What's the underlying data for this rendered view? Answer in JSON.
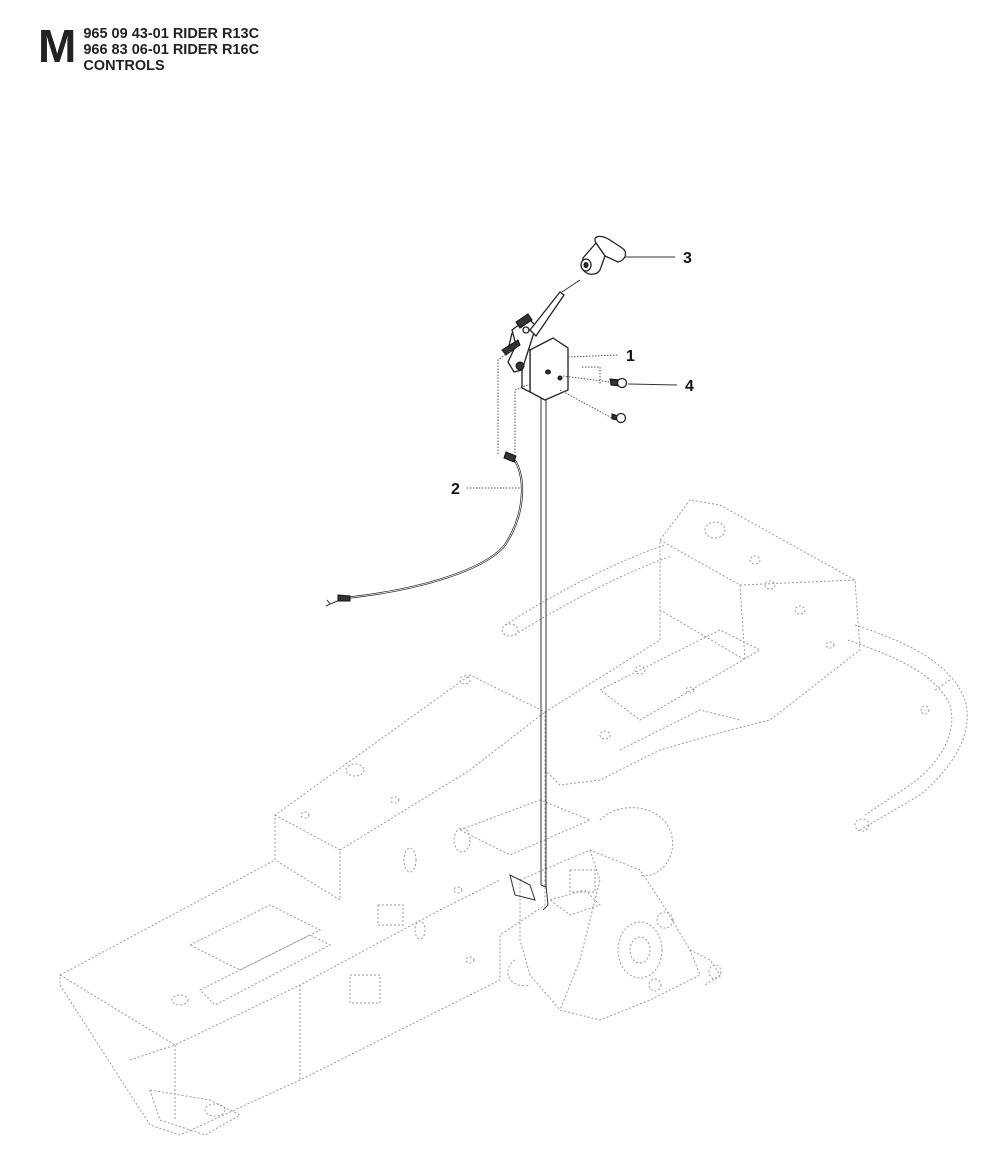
{
  "header": {
    "section_letter": "M",
    "lines": [
      "965 09 43-01 RIDER R13C",
      "966 83 06-01 RIDER R16C",
      "CONTROLS"
    ]
  },
  "callouts": [
    {
      "id": "1",
      "label": "1"
    },
    {
      "id": "2",
      "label": "2"
    },
    {
      "id": "3",
      "label": "3"
    },
    {
      "id": "4",
      "label": "4"
    }
  ]
}
